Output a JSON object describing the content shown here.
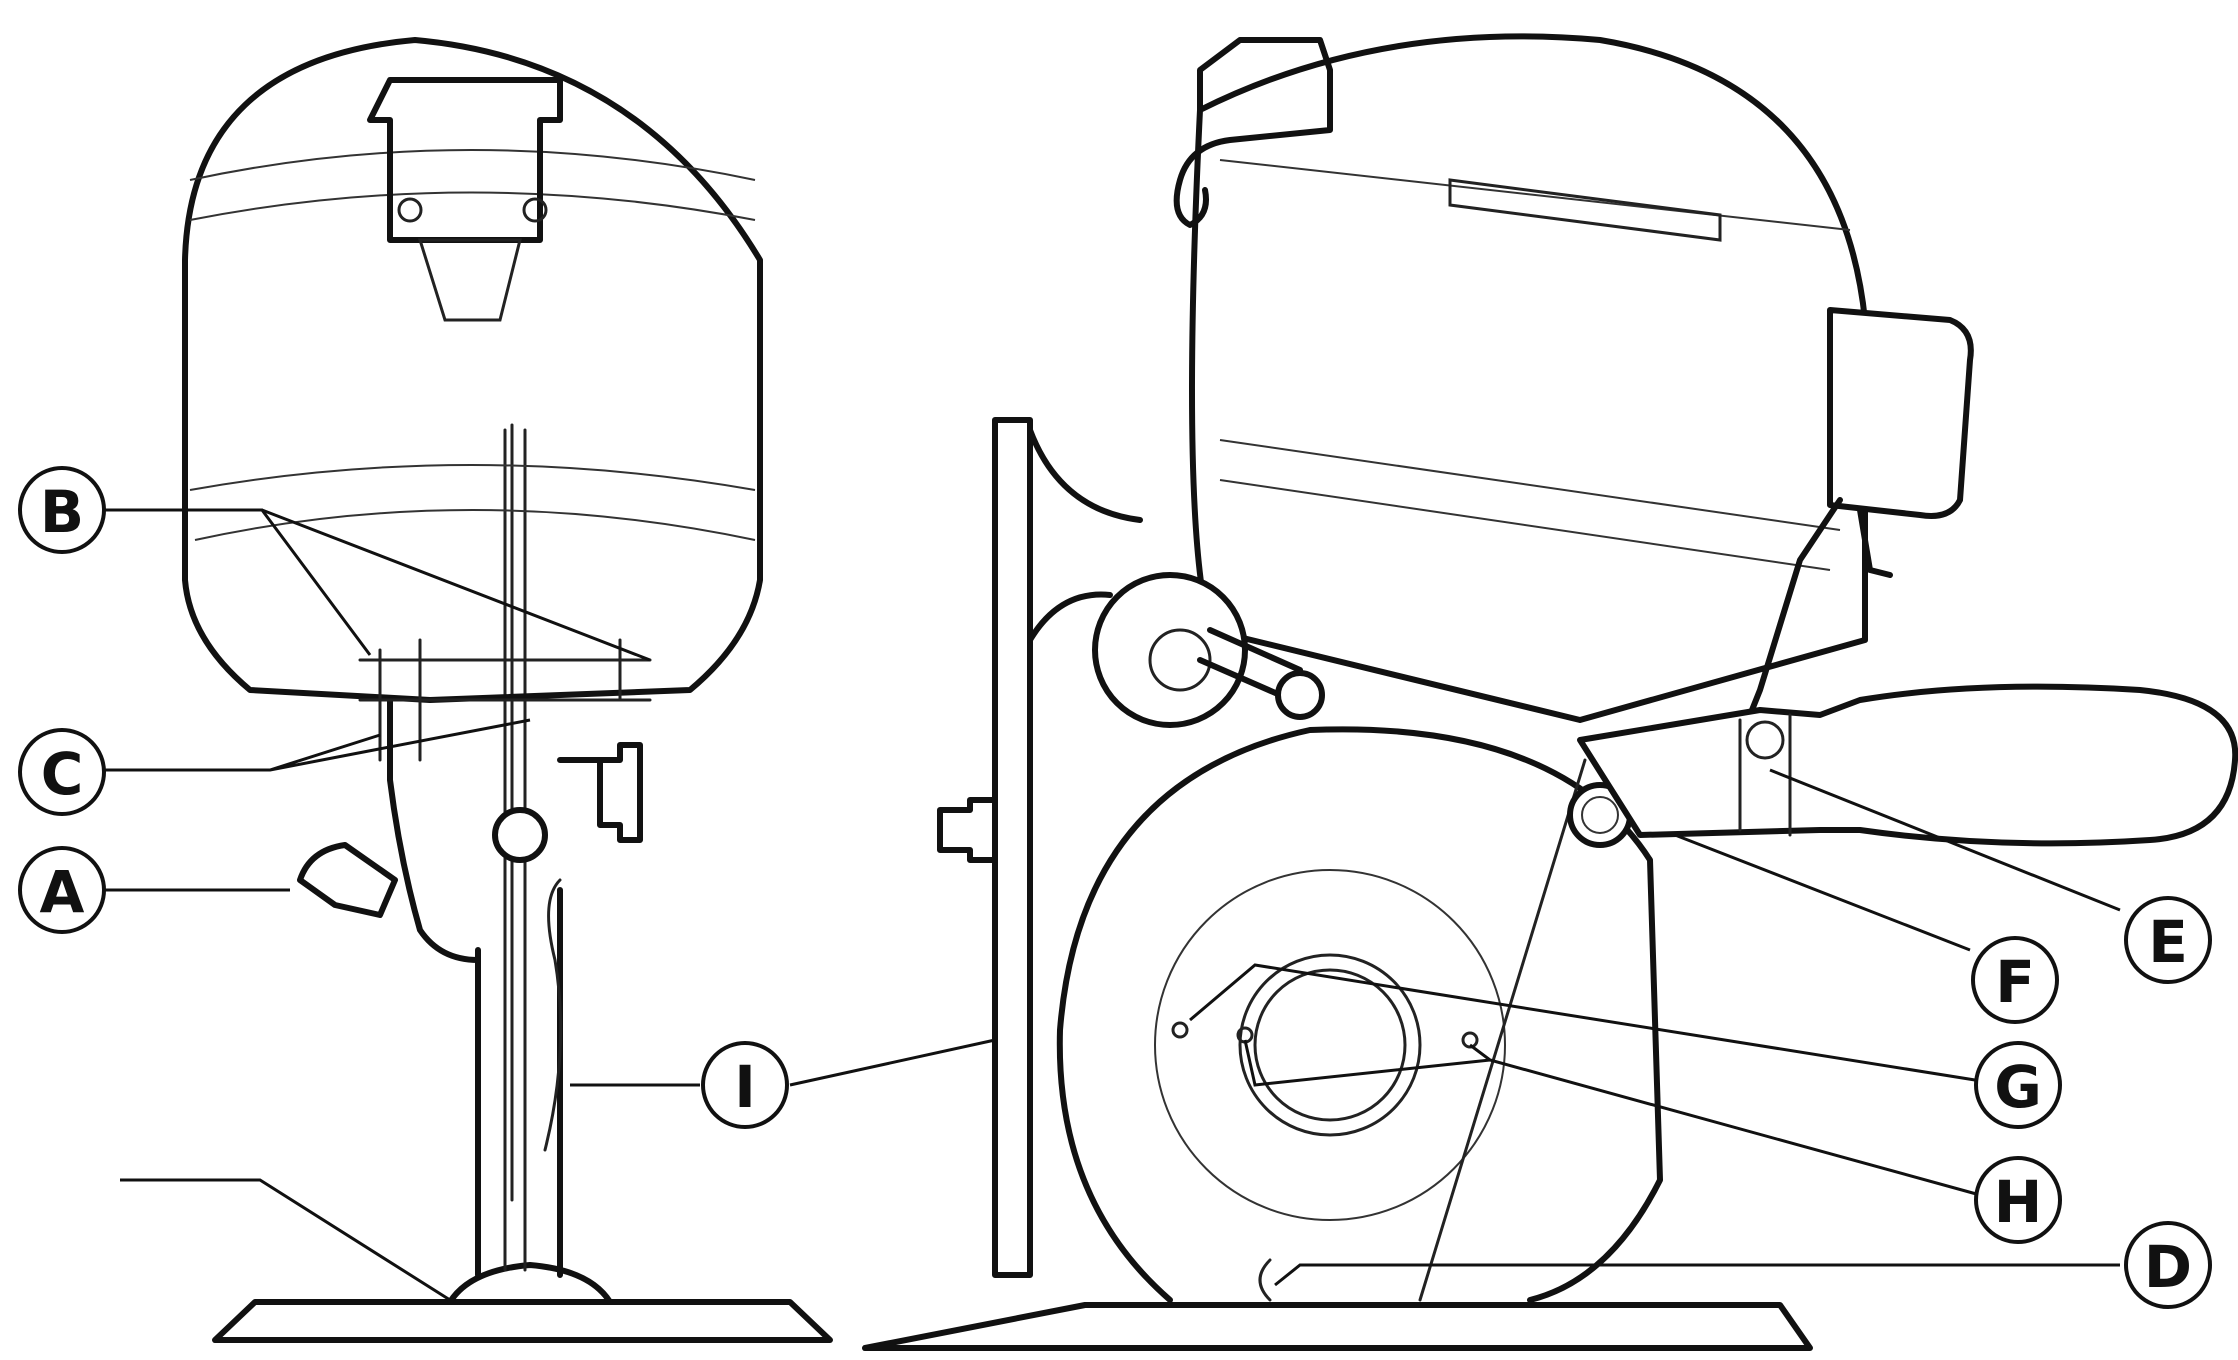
{
  "callouts": {
    "A": "A",
    "B": "B",
    "C": "C",
    "D": "D",
    "E": "E",
    "F": "F",
    "G": "G",
    "H": "H",
    "I": "I"
  },
  "colors": {
    "ink": "#111111",
    "paper": "#ffffff"
  }
}
